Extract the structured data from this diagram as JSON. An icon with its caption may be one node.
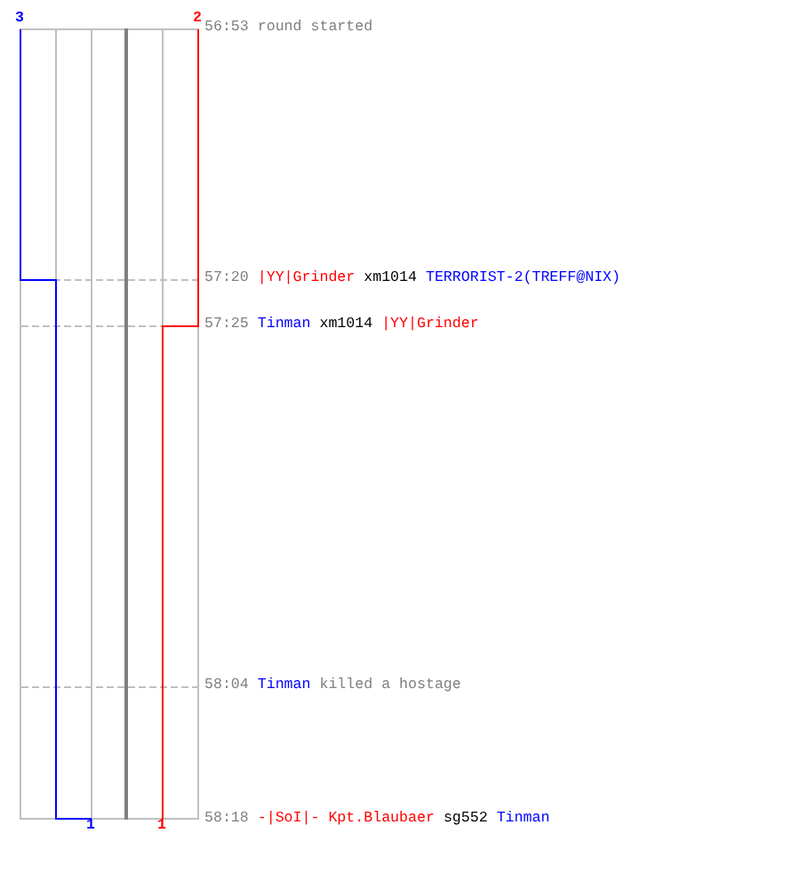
{
  "diagram": {
    "labels": [
      "3",
      "2",
      "56:53",
      "round started",
      "57:20",
      "|YY|Grinder",
      "xm1014",
      "TERRORIST-2(TREFF@NIX)",
      "57:25",
      "Tinman",
      "xm1014",
      "|YY|Grinder",
      "58:04",
      "Tinman",
      "killed a hostage",
      "58:18",
      "-|SoI|- Kpt.Blaubaer",
      "sg552",
      "Tinman",
      "1",
      "1"
    ]
  }
}
